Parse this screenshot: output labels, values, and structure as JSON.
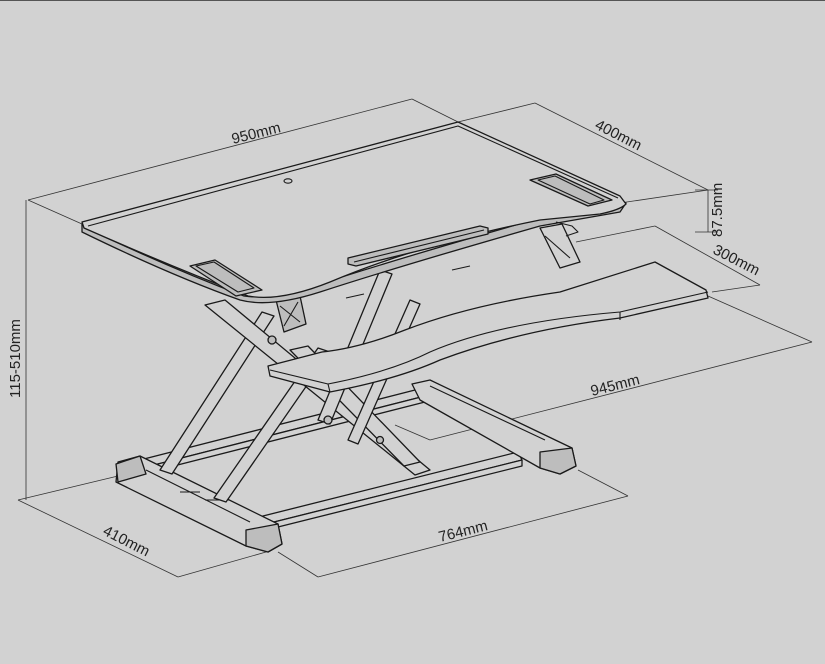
{
  "diagram": {
    "subject": "standing-desk-converter",
    "dimensions": {
      "top_width": "950mm",
      "top_depth": "400mm",
      "top_thickness": "87.5mm",
      "keyboard_depth": "300mm",
      "keyboard_width": "945mm",
      "height_range": "115-510mm",
      "base_depth": "410mm",
      "base_width": "764mm"
    },
    "colors": {
      "background": "#d2d2d2",
      "line": "#1a1a1a"
    }
  }
}
